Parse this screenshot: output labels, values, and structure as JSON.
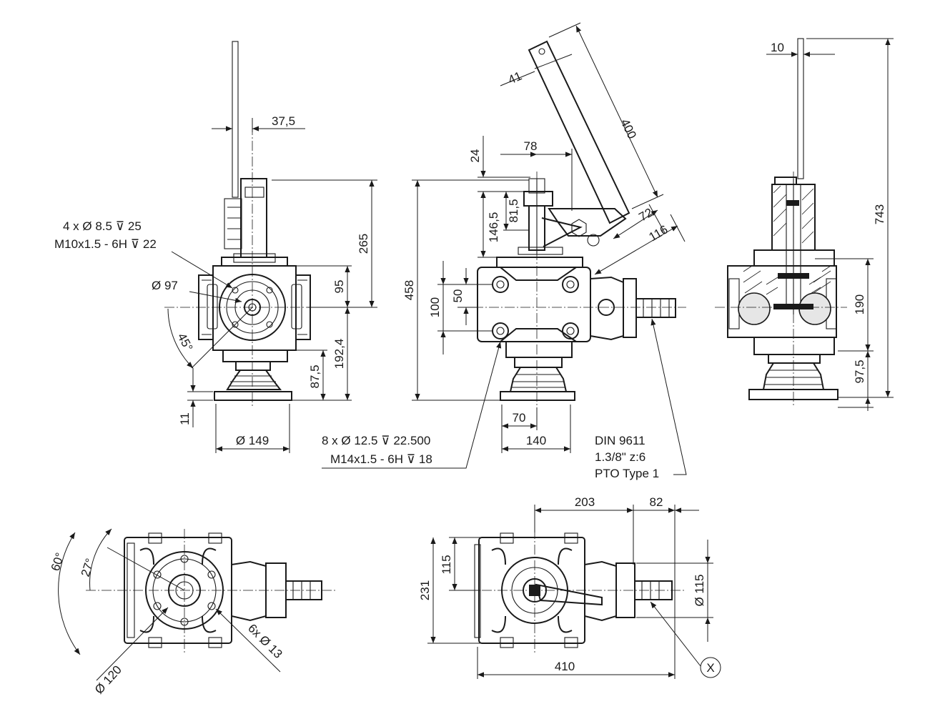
{
  "dimensions": {
    "d37_5": "37,5",
    "d265": "265",
    "d95": "95",
    "d192_4": "192,4",
    "d87_5": "87,5",
    "d11": "11",
    "d149": "Ø 149",
    "d97": "Ø 97",
    "a45": "45°",
    "d24": "24",
    "d78": "78",
    "d41": "41",
    "d400": "400",
    "d146_5": "146,5",
    "d81_5": "81,5",
    "d458": "458",
    "d100": "100",
    "d50": "50",
    "d72": "72",
    "d116": "116",
    "d70": "70",
    "d140": "140",
    "d10": "10",
    "d743": "743",
    "d190": "190",
    "d97_5": "97,5",
    "a60": "60°",
    "a27": "27°",
    "d120": "Ø 120",
    "holes6": "6x Ø 13",
    "d203": "203",
    "d82": "82",
    "d115v": "115",
    "d231": "231",
    "d115dia": "Ø 115",
    "d410": "410",
    "markX": "X"
  },
  "notes": {
    "holes_top_line1": "4 x Ø 8.5 ⊽ 25",
    "holes_top_line2": "M10x1.5 - 6H ⊽ 22",
    "holes_front_line1": "8 x Ø 12.5 ⊽ 22.500",
    "holes_front_line2": "M14x1.5 - 6H ⊽ 18",
    "pto_line1": "DIN 9611",
    "pto_line2": "1.3/8\" z:6",
    "pto_line3": "PTO Type 1"
  }
}
